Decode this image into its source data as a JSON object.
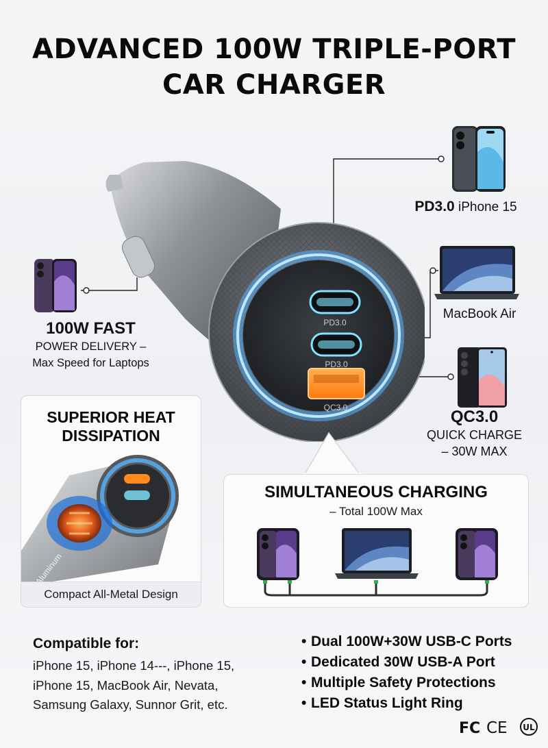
{
  "title": {
    "line1": "ADVANCED 100W TRIPLE-PORT",
    "line2": "CAR CHARGER"
  },
  "ports": {
    "port1": "PD3.0",
    "port2": "PD3.0",
    "port3": "QC3.0"
  },
  "callouts": {
    "pd_iphone": {
      "bold": "PD3.0",
      "text": "iPhone 15"
    },
    "macbook": {
      "text": "MacBook Air"
    },
    "qc": {
      "heading": "QC3.0",
      "line1": "QUICK CHARGE",
      "line2": "– 30W MAX"
    },
    "fast": {
      "heading": "100W FAST",
      "line1": "POWER DELIVERY –",
      "line2": "Max Speed for Laptops"
    }
  },
  "heat_panel": {
    "title_line1": "SUPERIOR HEAT",
    "title_line2": "DISSIPATION",
    "material_label": "Aluminum",
    "caption": "Compact All-Metal Design"
  },
  "sim_panel": {
    "title": "SIMULTANEOUS CHARGING",
    "subtitle": "– Total 100W Max"
  },
  "compat": {
    "title": "Compatible for:",
    "lines": [
      "iPhone 15, iPhone 14---, iPhone 15,",
      "iPhone 15, MacBook Air, Nevata,",
      "Samsung Galaxy, Sunnor Grit, etc."
    ]
  },
  "features": [
    "Dual 100W+30W USB-C Ports",
    "Dedicated 30W USB-A Port",
    "Multiple Safety Protections",
    "LED Status Light Ring"
  ],
  "certifications": {
    "fc": "FC",
    "ce": "CE",
    "ul": "UL"
  },
  "colors": {
    "led_ring": "#56b4ff",
    "usb_a_orange": "#ff8a1e",
    "usb_c_cyan": "#7fe6ff",
    "metal": "#6b6e73",
    "title": "#0a0a0a"
  }
}
